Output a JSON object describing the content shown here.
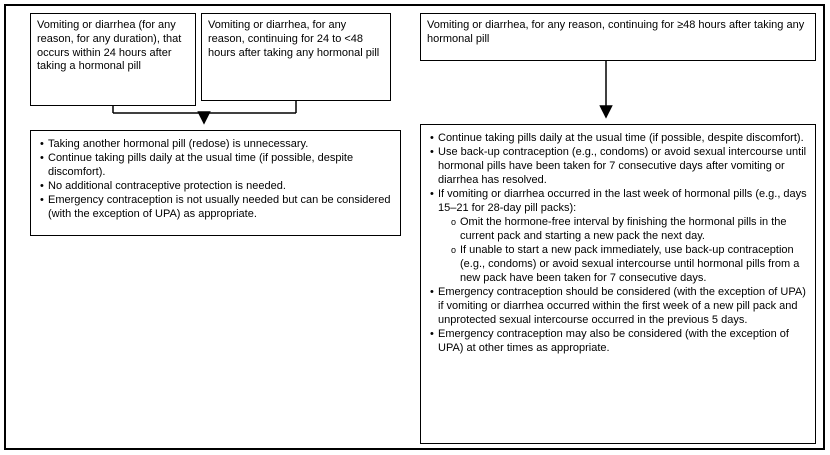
{
  "colors": {
    "border": "#000000",
    "background": "#ffffff",
    "text": "#000000"
  },
  "diagram": {
    "top_boxes": [
      {
        "text": "Vomiting or diarrhea (for any reason, for any duration), that occurs within 24 hours after taking a hormonal pill"
      },
      {
        "text": "Vomiting or diarrhea, for any reason, continuing for 24 to <48 hours after taking any hormonal pill"
      },
      {
        "text": "Vomiting or diarrhea, for any reason, continuing for ≥48 hours after taking any hormonal pill"
      }
    ],
    "left_result": {
      "bullets": [
        "Taking another hormonal pill (redose) is unnecessary.",
        "Continue taking pills daily at the usual time (if possible, despite discomfort).",
        "No additional contraceptive protection is needed.",
        "Emergency contraception is not usually needed but can be considered (with the exception of UPA) as appropriate."
      ]
    },
    "right_result": {
      "items": [
        {
          "level": 1,
          "text": "Continue taking pills daily at the usual time (if possible, despite discomfort)."
        },
        {
          "level": 1,
          "text": "Use back-up contraception (e.g., condoms) or avoid sexual intercourse until hormonal pills have been taken for 7 consecutive days after vomiting or diarrhea has resolved."
        },
        {
          "level": 1,
          "text": "If vomiting or diarrhea occurred in the last week of hormonal pills (e.g., days 15–21 for 28-day pill packs):"
        },
        {
          "level": 2,
          "text": "Omit the hormone-free interval by finishing the hormonal pills in the current pack and starting a new pack the next day."
        },
        {
          "level": 2,
          "text": "If unable to start a new pack immediately, use back-up contraception (e.g., condoms) or avoid sexual intercourse until hormonal pills from a new pack have been taken for 7 consecutive days."
        },
        {
          "level": 1,
          "text": "Emergency contraception should be considered (with the exception of UPA) if vomiting or diarrhea occurred within the first week of a new pill pack and unprotected sexual intercourse occurred in the previous 5 days."
        },
        {
          "level": 1,
          "text": "Emergency contraception may also be considered (with the exception of UPA) at other times as appropriate."
        }
      ]
    }
  }
}
